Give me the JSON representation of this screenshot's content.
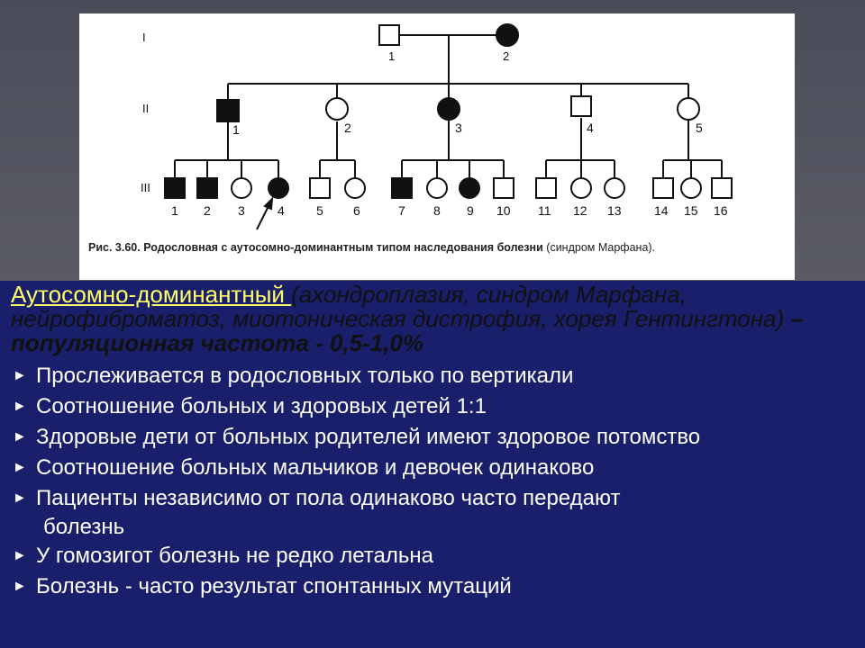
{
  "figure": {
    "generations": [
      "I",
      "II",
      "III"
    ],
    "individuals": {
      "I": [
        "1",
        "2"
      ],
      "II": [
        "1",
        "2",
        "3",
        "4",
        "5"
      ],
      "III": [
        "1",
        "2",
        "3",
        "4",
        "5",
        "6",
        "7",
        "8",
        "9",
        "10",
        "11",
        "12",
        "13",
        "14",
        "15",
        "16"
      ]
    },
    "caption_lead": "Рис. 3.60. Родословная с аутосомно-доминантным типом наследования болезни",
    "caption_rest": "(синдром Марфана)."
  },
  "intro": {
    "heading": "Аутосомно-доминантный ",
    "diseases": "(ахондроплазия, синдром Марфана, нейрофиброматоз, миотоническая дистрофия, хорея Гентингтона)",
    "frequency": " – популяционная частота  - 0,5-1,0%"
  },
  "bullets": [
    "Прослеживается в родословных только по вертикали",
    "Соотношение больных и здоровых детей 1:1",
    "Здоровые дети от больных родителей имеют здоровое потомство",
    "Соотношение больных мальчиков и девочек одинаково",
    "Пациенты независимо от пола одинаково часто передают",
    "болезнь",
    "У гомозигот болезнь не редко летальна",
    "Болезнь - часто результат спонтанных мутаций"
  ]
}
